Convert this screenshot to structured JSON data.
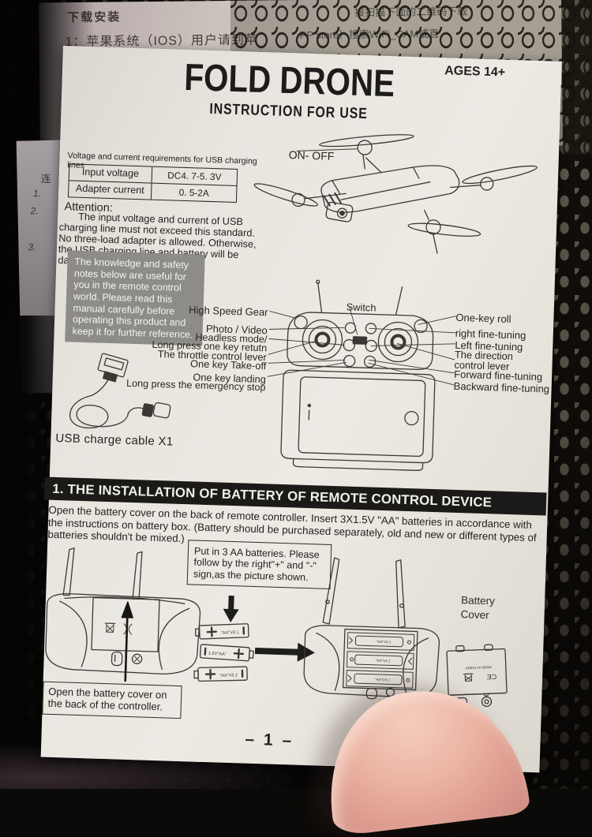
{
  "background": {
    "back_page": {
      "heading": "下载安装",
      "line1": "1：苹果系统（IOS）用户请到苹",
      "mesh_frag1": "接扫描下面的二维码下载",
      "mesh_frag2": "PP store）搜索WiFi_CAM或直",
      "side_marker": "连",
      "side_items": [
        "1.",
        "2.",
        "3."
      ]
    }
  },
  "page": {
    "title": "FOLD DRONE",
    "age_badge": "AGES 14+",
    "subtitle": "INSTRUCTION FOR USE",
    "charging": {
      "note": "Voltage and current requirements for USB charging lines",
      "rows": [
        {
          "label": "Input voltage",
          "value": "DC4. 7-5. 3V"
        },
        {
          "label": "Adapter current",
          "value": "0. 5-2A"
        }
      ],
      "attention_title": "Attention:",
      "attention_body": "The input voltage and current of USB charging line must not exceed this standard. No three-load adapter is allowed. Otherwise, the USB charging line and battery will be damaged."
    },
    "safety_note": "The knowledge and safety notes below are useful for you in the remote control world. Please read this manual carefully before operating this product and keep it for further reference.",
    "usb_cable_label": "USB charge cable X1",
    "drone": {
      "power_label": "ON- OFF"
    },
    "remote": {
      "switch_label": "Switch",
      "left_labels": [
        "High Speed Gear",
        "Photo / Video",
        "Headless mode/",
        "Long press one key retutn",
        "The throttle control lever",
        "One key Take-off",
        "One key landing",
        "Long press the emergency stop"
      ],
      "right_labels": [
        "One-key roll",
        "right  fine-tuning",
        "Left fine-tuning",
        "The direction control lever",
        "Forward fine-tuning",
        "Backward fine-tuning"
      ]
    },
    "section1": {
      "heading": "1. THE INSTALLATION OF BATTERY OF REMOTE CONTROL DEVICE",
      "body": "Open the battery cover on the back of remote controller. Insert 3X1.5V \"AA\" batteries in accordance with the instructions on battery box. (Battery should be purchased separately, old and new or different types of batteries shouldn't be mixed.)",
      "batteries_callout": "Put in 3 AA batteries. Please follow by the right\"+\" and \"-\" sign,as the picture shown.",
      "cover_callout": "Open the battery cover on the back of the controller.",
      "battery_cover_label": "Battery Cover",
      "battery_text": "1.5V\"AA\"",
      "cover_marking": "MADE IN CHINA",
      "ce_mark": "CE"
    },
    "page_number": "– 1 –"
  }
}
